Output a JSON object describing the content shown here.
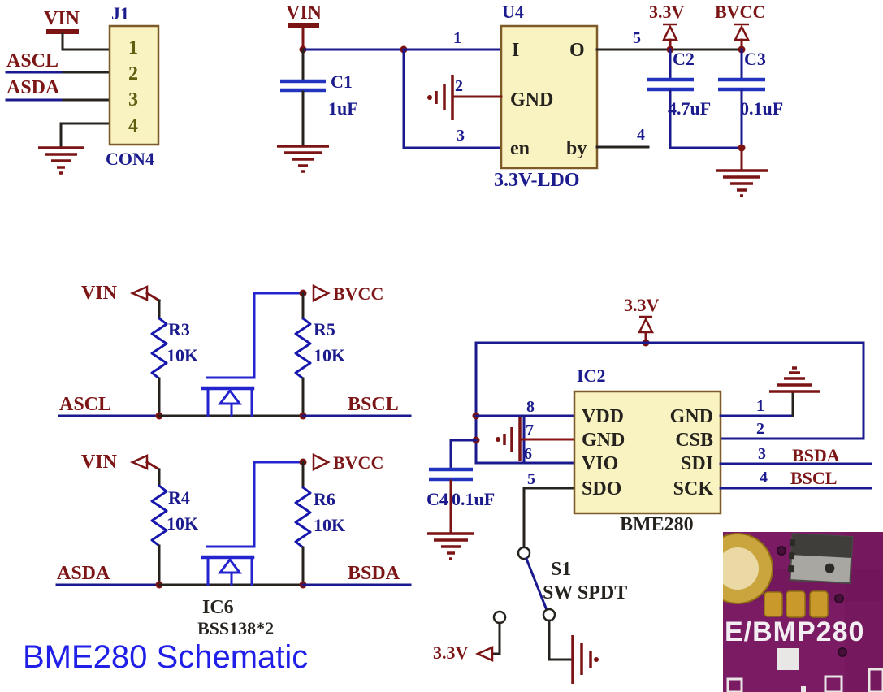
{
  "title": "BME280 Schematic",
  "j1": {
    "ref": "J1",
    "footprint": "CON4",
    "pins": [
      "1",
      "2",
      "3",
      "4"
    ],
    "nets": {
      "vin": "VIN",
      "ascl": "ASCL",
      "asda": "ASDA"
    }
  },
  "ldo": {
    "ref": "U4",
    "value": "3.3V-LDO",
    "pins": {
      "in": "I",
      "out": "O",
      "gnd": "GND",
      "en": "en",
      "by": "by"
    },
    "pin_nums": {
      "in": "1",
      "gnd": "2",
      "en": "3",
      "by": "4",
      "out": "5"
    },
    "nets": {
      "vin": "VIN"
    }
  },
  "rails": {
    "v33": "3.3V",
    "bvcc": "BVCC"
  },
  "c1": {
    "ref": "C1",
    "value": "1uF"
  },
  "c2": {
    "ref": "C2",
    "value": "4.7uF"
  },
  "c3": {
    "ref": "C3",
    "value": "0.1uF"
  },
  "c4": {
    "ref": "C4",
    "value": "0.1uF"
  },
  "scl": {
    "net_vin": "VIN",
    "net_bvcc": "BVCC",
    "input": "ASCL",
    "output": "BSCL",
    "r_low": {
      "ref": "R3",
      "value": "10K"
    },
    "r_high": {
      "ref": "R5",
      "value": "10K"
    }
  },
  "sda": {
    "net_vin": "VIN",
    "net_bvcc": "BVCC",
    "input": "ASDA",
    "output": "BSDA",
    "r_low": {
      "ref": "R4",
      "value": "10K"
    },
    "r_high": {
      "ref": "R6",
      "value": "10K"
    },
    "ic_ref": "IC6",
    "ic_value": "BSS138*2"
  },
  "ic2": {
    "ref": "IC2",
    "value": "BME280",
    "net_v33": "3.3V",
    "left": [
      {
        "num": "8",
        "name": "VDD"
      },
      {
        "num": "7",
        "name": "GND"
      },
      {
        "num": "6",
        "name": "VIO"
      },
      {
        "num": "5",
        "name": "SDO"
      }
    ],
    "right": [
      {
        "num": "1",
        "name": "GND"
      },
      {
        "num": "2",
        "name": "CSB"
      },
      {
        "num": "3",
        "name": "SDI",
        "net": "BSDA"
      },
      {
        "num": "4",
        "name": "SCK",
        "net": "BSCL"
      }
    ]
  },
  "sw": {
    "ref": "S1",
    "value": "SW SPDT",
    "net_v33": "3.3V"
  },
  "photo": {
    "silkscreen": "E/BMP280"
  },
  "colors": {
    "wire_blue": "#1a1a8e",
    "wire_black": "#26231f",
    "symbol_red": "#7b1414",
    "mosfet_blue": "#2424cf",
    "ic_fill": "#f8f3c0",
    "title_blue": "#1f1fe8",
    "pcb_purple": "#7a1b63"
  }
}
